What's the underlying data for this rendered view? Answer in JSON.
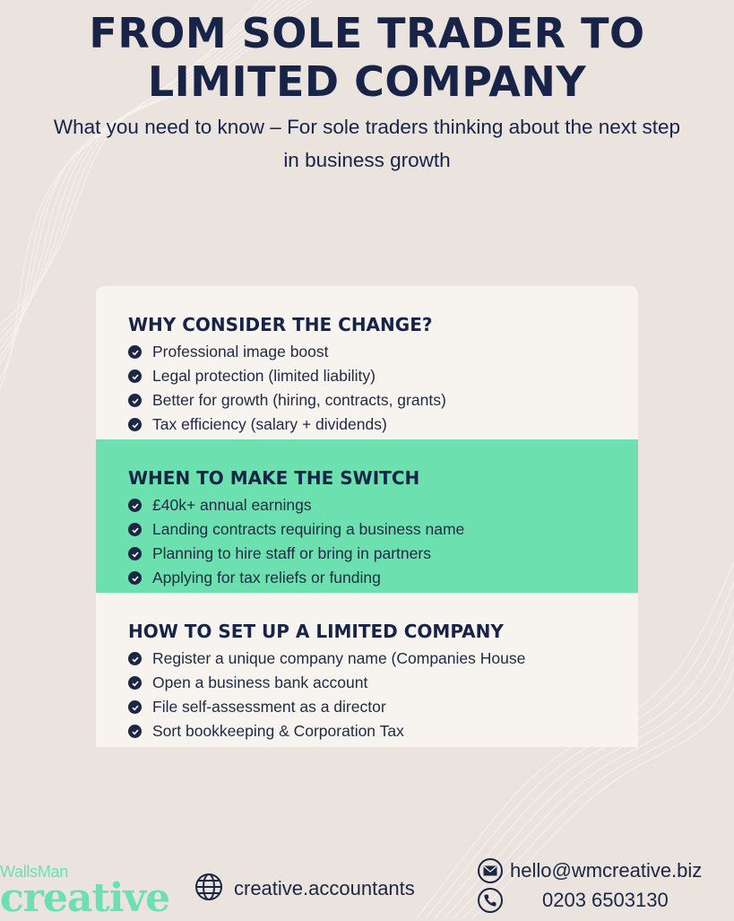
{
  "header": {
    "title_line1": "FROM SOLE TRADER TO",
    "title_line2": "LIMITED COMPANY",
    "subtitle_line1": "What you need to know – For sole traders thinking about the next step",
    "subtitle_line2": "in business growth"
  },
  "sections": [
    {
      "heading": "WHY CONSIDER THE CHANGE?",
      "items": [
        "Professional image boost",
        "Legal protection (limited liability)",
        "Better for growth (hiring, contracts, grants)",
        "Tax efficiency (salary + dividends)"
      ]
    },
    {
      "heading": "WHEN TO MAKE THE SWITCH",
      "items": [
        "£40k+ annual earnings",
        "Landing contracts requiring a business name",
        "Planning to hire staff or bring in partners",
        "Applying for tax reliefs or funding"
      ]
    },
    {
      "heading": "HOW TO SET UP A LIMITED COMPANY",
      "items": [
        "Register a unique company name (Companies House",
        "Open a business bank account",
        "File self-assessment as a director",
        "Sort bookkeeping & Corporation Tax"
      ]
    }
  ],
  "footer": {
    "logo_top": "WallsMan",
    "logo_bottom": "creative",
    "website": "creative.accountants",
    "email": "hello@wmcreative.biz",
    "phone": "0203 6503130",
    "icons": [
      "globe-icon",
      "email-icon",
      "phone-icon",
      "check-icon"
    ]
  },
  "colors": {
    "background": "#ebe3de",
    "navy": "#172448",
    "accent_green": "#6de0b0",
    "card_light": "#f7f3ee"
  }
}
